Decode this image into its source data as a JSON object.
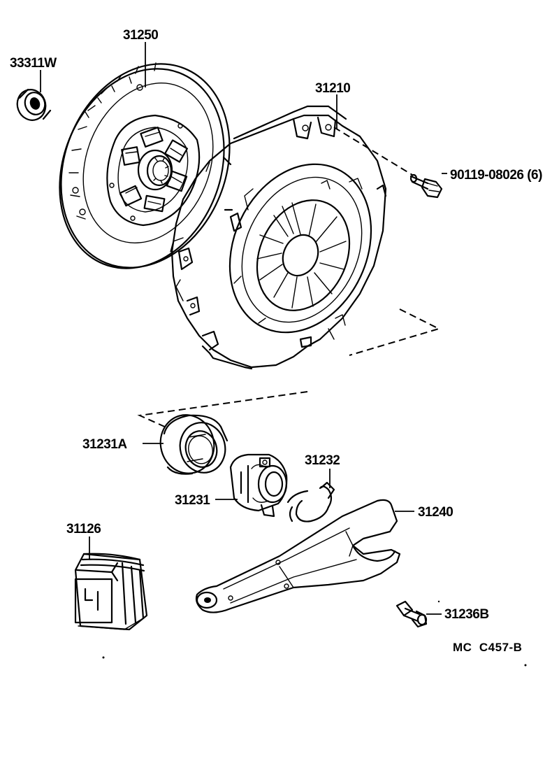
{
  "diagram": {
    "parts": [
      {
        "id": "33311W"
      },
      {
        "id": "31250"
      },
      {
        "id": "31210"
      },
      {
        "id": "90119-08026 (6)"
      },
      {
        "id": "31231A"
      },
      {
        "id": "31232"
      },
      {
        "id": "31231"
      },
      {
        "id": "31240"
      },
      {
        "id": "31126"
      },
      {
        "id": "31236B"
      }
    ],
    "figure_code": "MC  C457-B"
  }
}
